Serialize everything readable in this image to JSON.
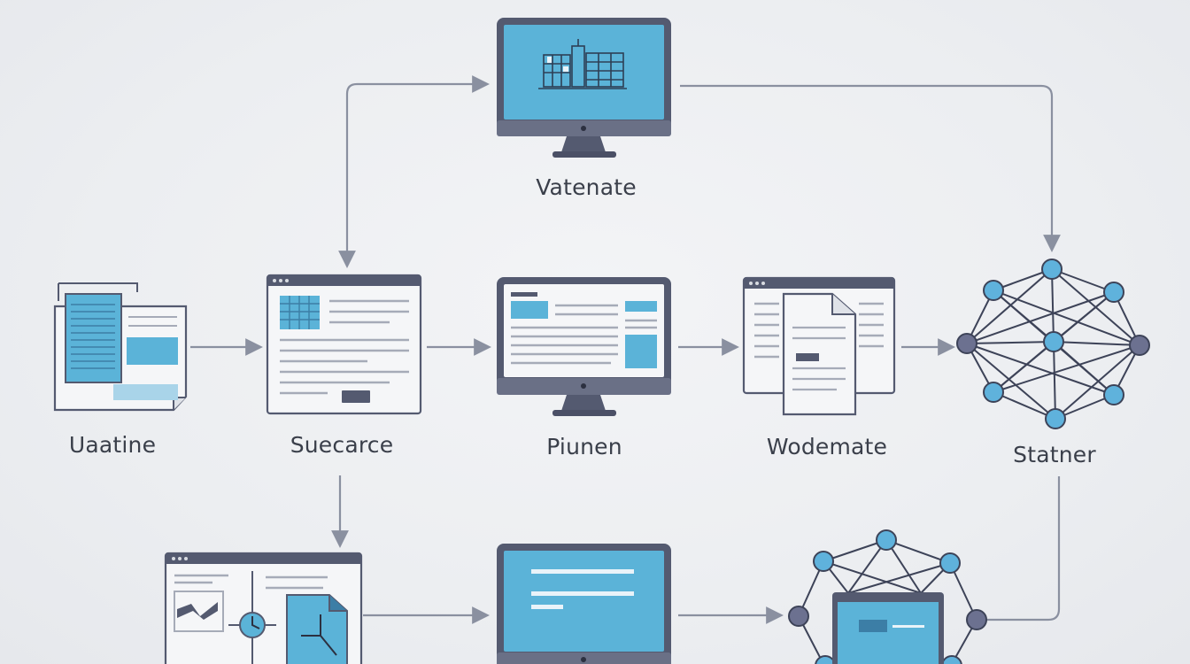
{
  "labels": {
    "vatenate": "Vatenate",
    "uaatine": "Uaatine",
    "suecarce": "Suecarce",
    "piunen": "Piunen",
    "wodemate": "Wodemate",
    "statner": "Statner"
  },
  "colors": {
    "background": "#edeff2",
    "screen": "#5bb3d8",
    "frame": "#545a70",
    "arrow": "#8a90a0",
    "node_light": "#5fb2dc",
    "node_dark": "#6c7190",
    "text": "#3a3f4a"
  },
  "icons": [
    "monitor-icon",
    "document-icon",
    "browser-window-icon",
    "network-icon",
    "laptop-icon"
  ]
}
